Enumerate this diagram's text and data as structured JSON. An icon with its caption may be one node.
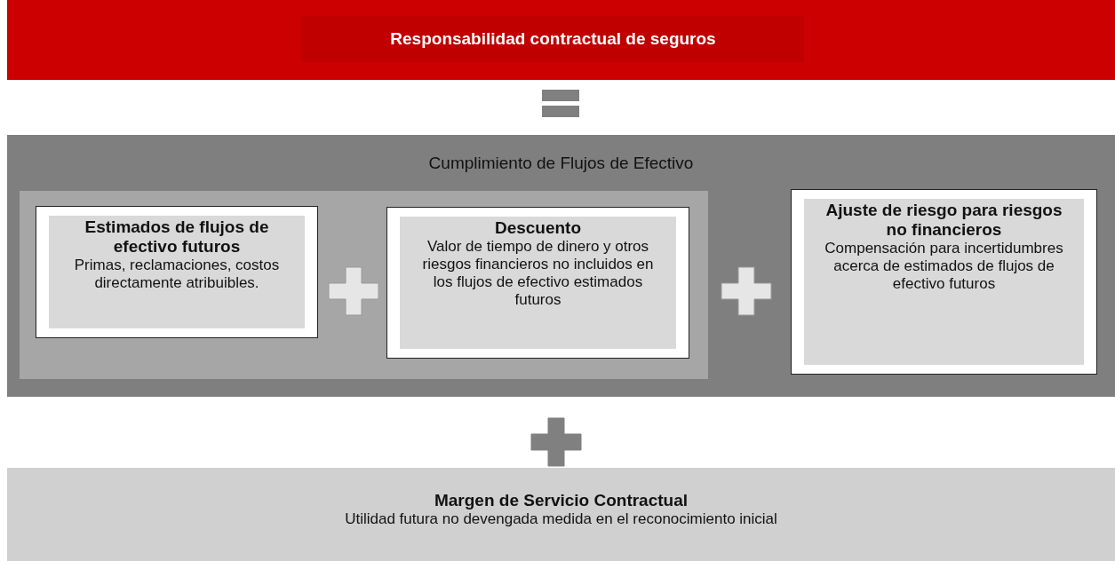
{
  "diagram": {
    "nodes": [
      {
        "text": [
          "Responsabilidad contractual de seguros"
        ]
      },
      {
        "text": [
          "Cumplimiento de Flujos de Efectivo"
        ]
      },
      {
        "text": [],
        "shape": "box",
        "in": 1
      },
      {
        "text": [
          "Estimados de flujos de efectivo futuros",
          "Primas, reclamaciones, costos directamente atribuibles."
        ],
        "in": 2
      },
      {
        "text": [
          "Descuento",
          "Valor de tiempo de dinero y otros riesgos financieros no incluidos en los flujos de efectivo estimados futuros"
        ],
        "in": 2
      },
      {
        "text": [
          "Ajuste de riesgo para riesgos no financieros",
          "Compensación para incertidumbres acerca de estimados de flujos de efectivo futuros"
        ],
        "in": 1
      },
      {
        "text": [
          "Margen de Servicio Contractual",
          "Utilidad futura no devengada medida en el reconocimiento inicial"
        ]
      }
    ]
  }
}
